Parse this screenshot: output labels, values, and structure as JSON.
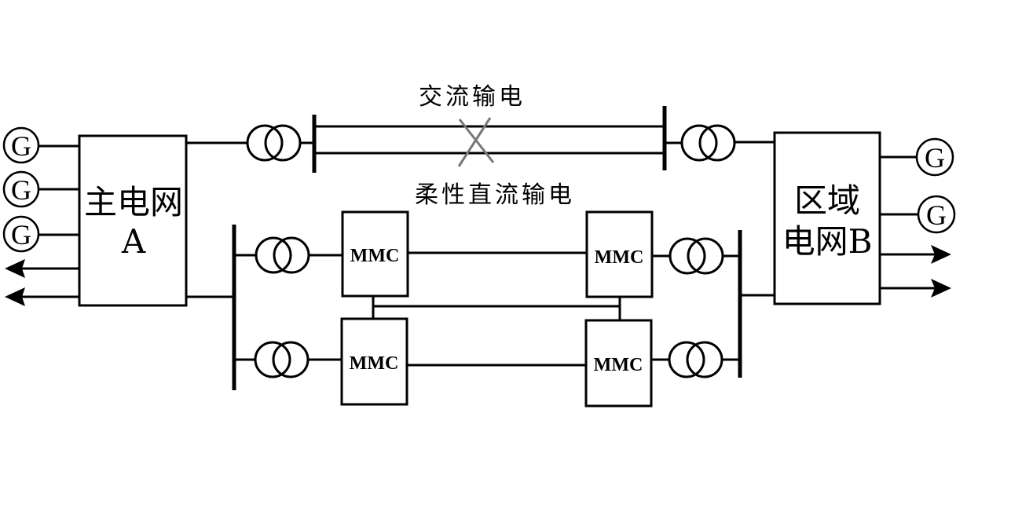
{
  "diagram": {
    "labels": {
      "ac_transmission": "交流输电",
      "vsc_hvdc_transmission": "柔性直流输电",
      "main_grid_line1": "主电网",
      "main_grid_line2": "A",
      "regional_grid_line1": "区域",
      "regional_grid_line2": "电网B"
    },
    "main_grid": {
      "name": "主电网A",
      "generators": [
        "G",
        "G",
        "G"
      ],
      "load_outputs": 2
    },
    "regional_grid": {
      "name": "区域电网B",
      "generators": [
        "G",
        "G"
      ],
      "load_outputs": 2
    },
    "converters": {
      "left_top": "MMC",
      "left_bottom": "MMC",
      "right_top": "MMC",
      "right_bottom": "MMC"
    },
    "ac_line_status": "disconnected",
    "colors": {
      "line": "#000000",
      "fault_cross": "#777777",
      "background": "#ffffff"
    }
  }
}
